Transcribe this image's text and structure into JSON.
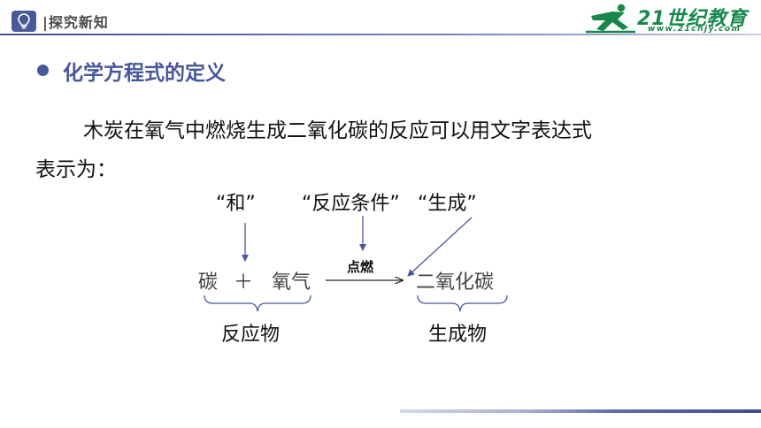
{
  "header": {
    "section_label": "|探究新知",
    "icon": "lightbulb-icon",
    "accent_color": "#47579a"
  },
  "logo": {
    "brand": "21世纪教育",
    "url": "www.21cnjy.com",
    "color": "#17884a"
  },
  "content": {
    "heading": "化学方程式的定义",
    "paragraph_line1": "木炭在氧气中燃烧生成二氧化碳的反应可以用文字表达式",
    "paragraph_line2": "表示为："
  },
  "diagram": {
    "label_and": "“和”",
    "label_condition": "“反应条件”",
    "label_product_arrow": "“生成”",
    "reactant1": "碳",
    "plus": "＋",
    "reactant2": "氧气",
    "condition": "点燃",
    "product": "二氧化碳",
    "reactants_group": "反应物",
    "products_group": "生成物"
  }
}
